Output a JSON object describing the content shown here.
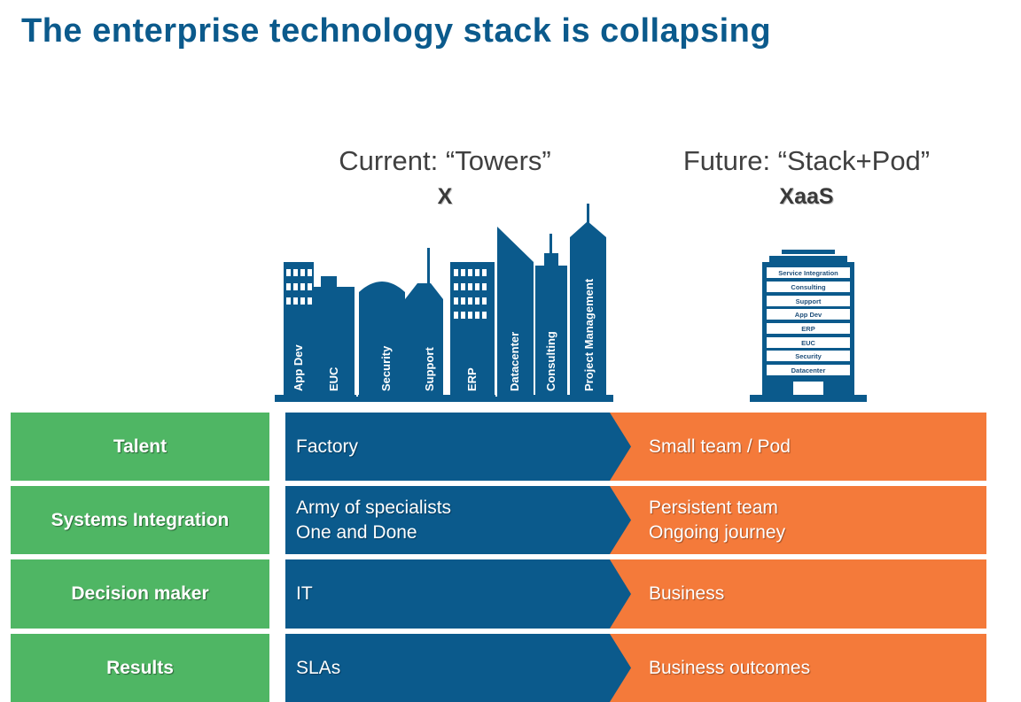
{
  "title": "The enterprise technology stack is collapsing",
  "current": {
    "heading": "Current: “Towers”",
    "sub": "X",
    "towers": [
      "App Dev",
      "EUC",
      "Security",
      "Support",
      "ERP",
      "Datacenter",
      "Consulting",
      "Project Management"
    ]
  },
  "future": {
    "heading": "Future: “Stack+Pod”",
    "sub": "XaaS",
    "stack": [
      "Service Integration",
      "Consulting",
      "Support",
      "App Dev",
      "ERP",
      "EUC",
      "Security",
      "Datacenter"
    ]
  },
  "rows": [
    {
      "label": "Talent",
      "current": [
        "Factory"
      ],
      "future": [
        "Small team / Pod"
      ]
    },
    {
      "label": "Systems Integration",
      "current": [
        "Army of specialists",
        "One and Done"
      ],
      "future": [
        "Persistent team",
        "Ongoing journey"
      ]
    },
    {
      "label": "Decision maker",
      "current": [
        "IT"
      ],
      "future": [
        "Business"
      ]
    },
    {
      "label": "Results",
      "current": [
        "SLAs"
      ],
      "future": [
        "Business outcomes"
      ]
    }
  ],
  "colors": {
    "title": "#0b5a8c",
    "label_green": "#4fb664",
    "current_blue": "#0b5a8c",
    "future_orange": "#f47a3a",
    "building_blue": "#0b5a8c"
  }
}
